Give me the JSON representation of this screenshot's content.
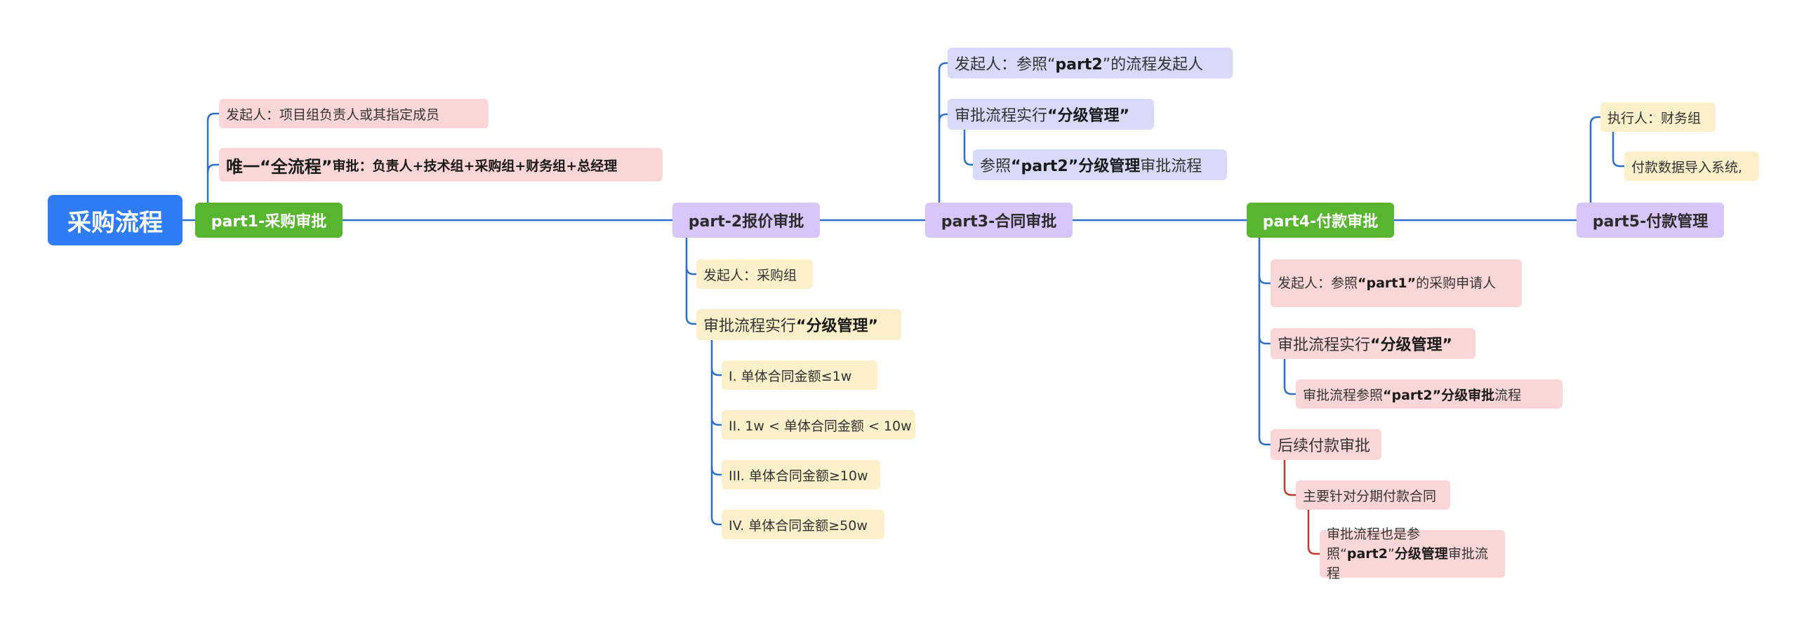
{
  "root": {
    "label": "采购流程"
  },
  "parts": [
    {
      "label": "part1-采购审批",
      "children": [
        {
          "text": "发起人：项目组负责人或其指定成员"
        },
        {
          "text": "唯一“全流程”审批：负责人+技术组+采购组+财务组+总经理"
        }
      ]
    },
    {
      "label": "part-2报价审批",
      "children": [
        {
          "text": "发起人：采购组"
        },
        {
          "text": "审批流程实行“分级管理”",
          "children": [
            {
              "text": "I. 单体合同金额≤1w"
            },
            {
              "text": "II. 1w < 单体合同金额 < 10w"
            },
            {
              "text": "III. 单体合同金额≥10w"
            },
            {
              "text": "IV.  单体合同金额≥50w"
            }
          ]
        }
      ]
    },
    {
      "label": "part3-合同审批",
      "children": [
        {
          "text": "发起人：参照“part2”的流程发起人"
        },
        {
          "text": "审批流程实行“分级管理”",
          "children": [
            {
              "text": "参照“part2”分级管理审批流程"
            }
          ]
        }
      ]
    },
    {
      "label": "part4-付款审批",
      "children": [
        {
          "text": "发起人：参照“part1”的采购申请人"
        },
        {
          "text": "审批流程实行“分级管理”",
          "children": [
            {
              "text": "审批流程参照“part2”分级审批流程"
            }
          ]
        },
        {
          "text": "后续付款审批",
          "children": [
            {
              "text": "主要针对分期付款合同",
              "children": [
                {
                  "text": "审批流程也是参照“part2”分级管理审批流程"
                }
              ]
            }
          ]
        }
      ]
    },
    {
      "label": "part5-付款管理",
      "children": [
        {
          "text": "执行人：财务组",
          "children": [
            {
              "text": "付款数据导入系统,"
            }
          ]
        }
      ]
    }
  ],
  "colors": {
    "root": "#2f7cf6",
    "part1": "#58b530",
    "part_purple": "#d8c6fb",
    "pink": "#fbd6d6",
    "yellow": "#fbf0c9",
    "lavender": "#d8dafb",
    "connector_blue": "#2f6fc7",
    "connector_red": "#c0392b"
  }
}
